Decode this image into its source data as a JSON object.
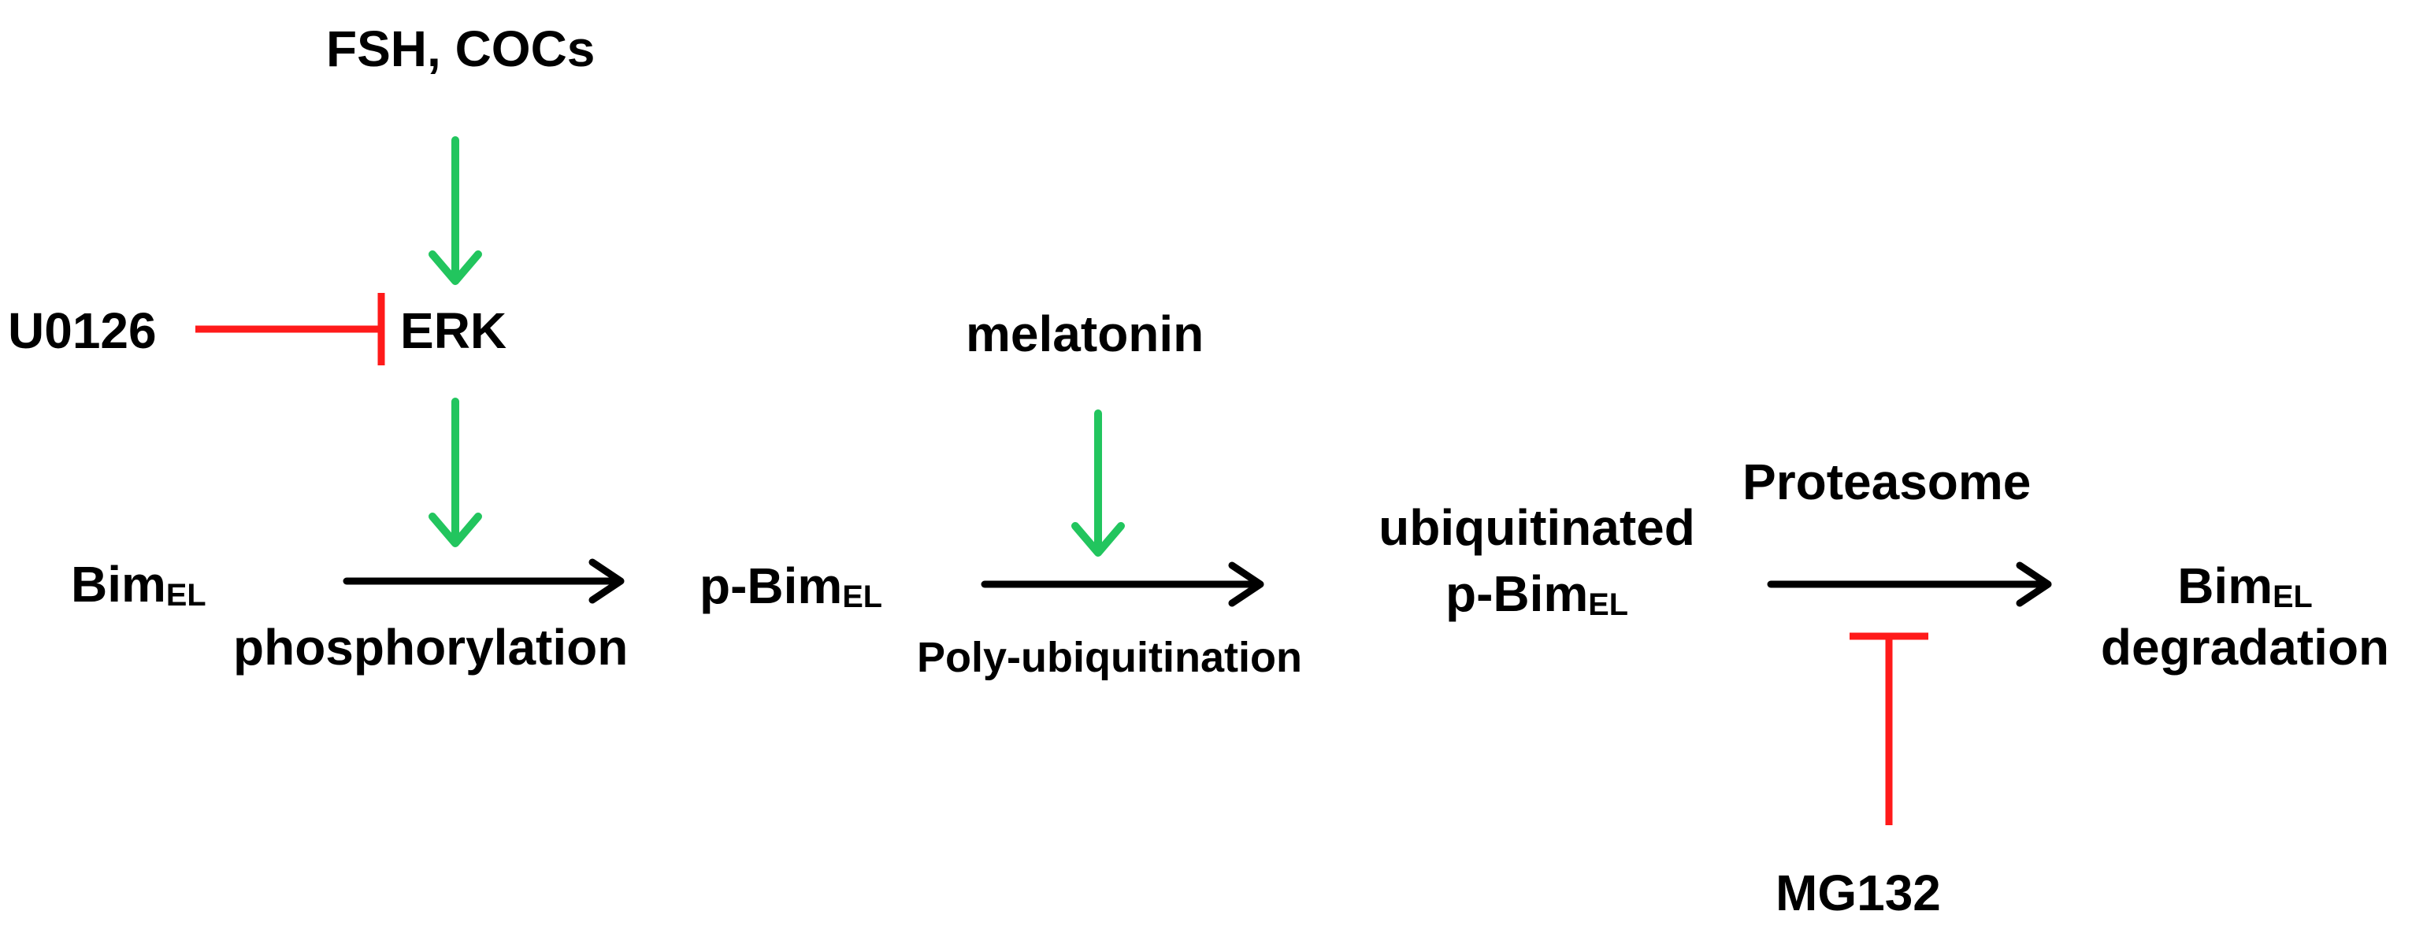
{
  "nodes": {
    "fsh_cocs": "FSH, COCs",
    "u0126": "U0126",
    "erk": "ERK",
    "melatonin": "melatonin",
    "bim_base": "Bim",
    "bim_sub": "EL",
    "pbim_base": "p-Bim",
    "pbim_sub": "EL",
    "ubiq_line1": "ubiquitinated",
    "ubiq_pbim_base": "p-Bim",
    "ubiq_pbim_sub": "EL",
    "proteasome": "Proteasome",
    "degr_bim_base": "Bim",
    "degr_bim_sub": "EL",
    "degradation": "degradation",
    "mg132": "MG132"
  },
  "edges": {
    "phosphorylation": "phosphorylation",
    "polyubiquitination": "Poly-ubiquitination"
  },
  "colors": {
    "activation": "#22c55e",
    "inhibition": "#ff1a1a",
    "flow": "#000000"
  }
}
